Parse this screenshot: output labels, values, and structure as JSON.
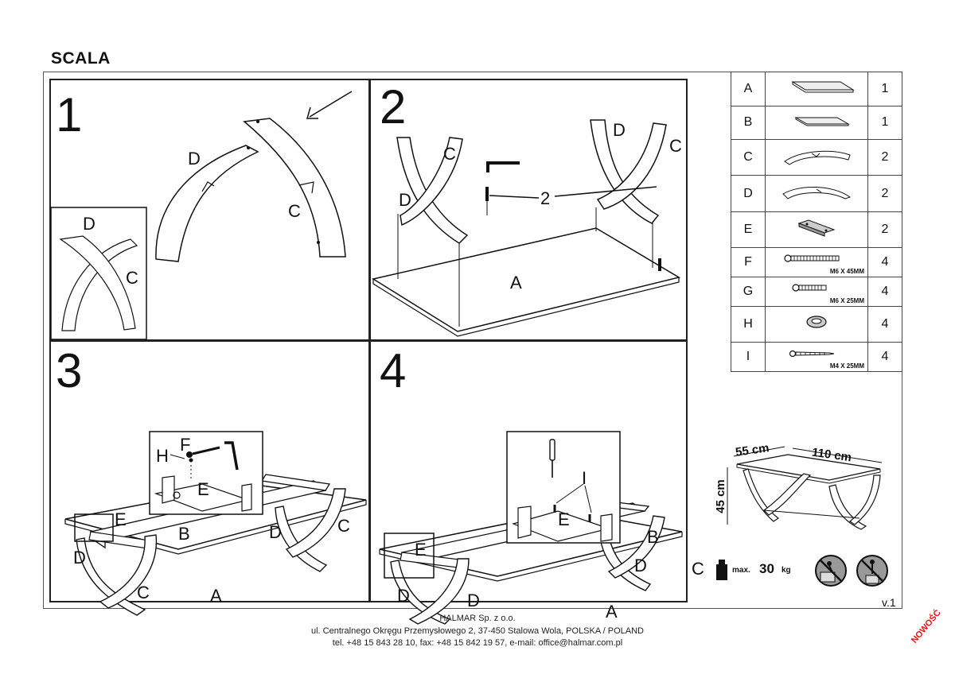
{
  "title": "SCALA",
  "steps": [
    {
      "number": "1",
      "labels": {
        "d": "D",
        "c": "C",
        "inset_d": "D",
        "inset_c": "C"
      }
    },
    {
      "number": "2",
      "labels": {
        "c_left": "C",
        "d_left": "D",
        "d_right": "D",
        "c_right": "C",
        "screw_count": "2",
        "a": "A"
      }
    },
    {
      "number": "3",
      "labels": {
        "f": "F",
        "h": "H",
        "e_inset": "E",
        "e": "E",
        "b": "B",
        "d_left": "D",
        "d_right": "D",
        "c_left": "C",
        "c_right": "C",
        "a": "A"
      }
    },
    {
      "number": "4",
      "labels": {
        "i": "I",
        "e_inset": "E",
        "e": "E",
        "b": "B",
        "d_left": "D",
        "d_mid": "D",
        "d_right": "D",
        "c_right": "C",
        "a": "A"
      }
    }
  ],
  "parts": [
    {
      "letter": "A",
      "qty": "1",
      "icon": "glass-top-icon",
      "spec": ""
    },
    {
      "letter": "B",
      "qty": "1",
      "icon": "glass-shelf-icon",
      "spec": ""
    },
    {
      "letter": "C",
      "qty": "2",
      "icon": "leg-c-icon",
      "spec": ""
    },
    {
      "letter": "D",
      "qty": "2",
      "icon": "leg-d-icon",
      "spec": ""
    },
    {
      "letter": "E",
      "qty": "2",
      "icon": "bracket-icon",
      "spec": ""
    },
    {
      "letter": "F",
      "qty": "4",
      "icon": "bolt-icon",
      "spec": "M6 X 45MM"
    },
    {
      "letter": "G",
      "qty": "4",
      "icon": "bolt-short-icon",
      "spec": "M6 X 25MM"
    },
    {
      "letter": "H",
      "qty": "4",
      "icon": "washer-icon",
      "spec": ""
    },
    {
      "letter": "I",
      "qty": "4",
      "icon": "wood-screw-icon",
      "spec": "M4 X 25MM"
    }
  ],
  "dimensions": {
    "width": "55 cm",
    "length": "110 cm",
    "height": "45 cm"
  },
  "max_load": {
    "prefix": "max.",
    "value": "30",
    "unit": "kg"
  },
  "version": "v.1",
  "footer": {
    "company": "HALMAR Sp. z o.o.",
    "address": "ul. Centralnego Okręgu Przemysłowego 2, 37-450 Stalowa Wola, POLSKA / POLAND",
    "contact": "tel. +48 15 843 28 10, fax: +48 15 842 19 57, e-mail: office@halmar.com.pl"
  },
  "badge": "NOWOŚĆ"
}
